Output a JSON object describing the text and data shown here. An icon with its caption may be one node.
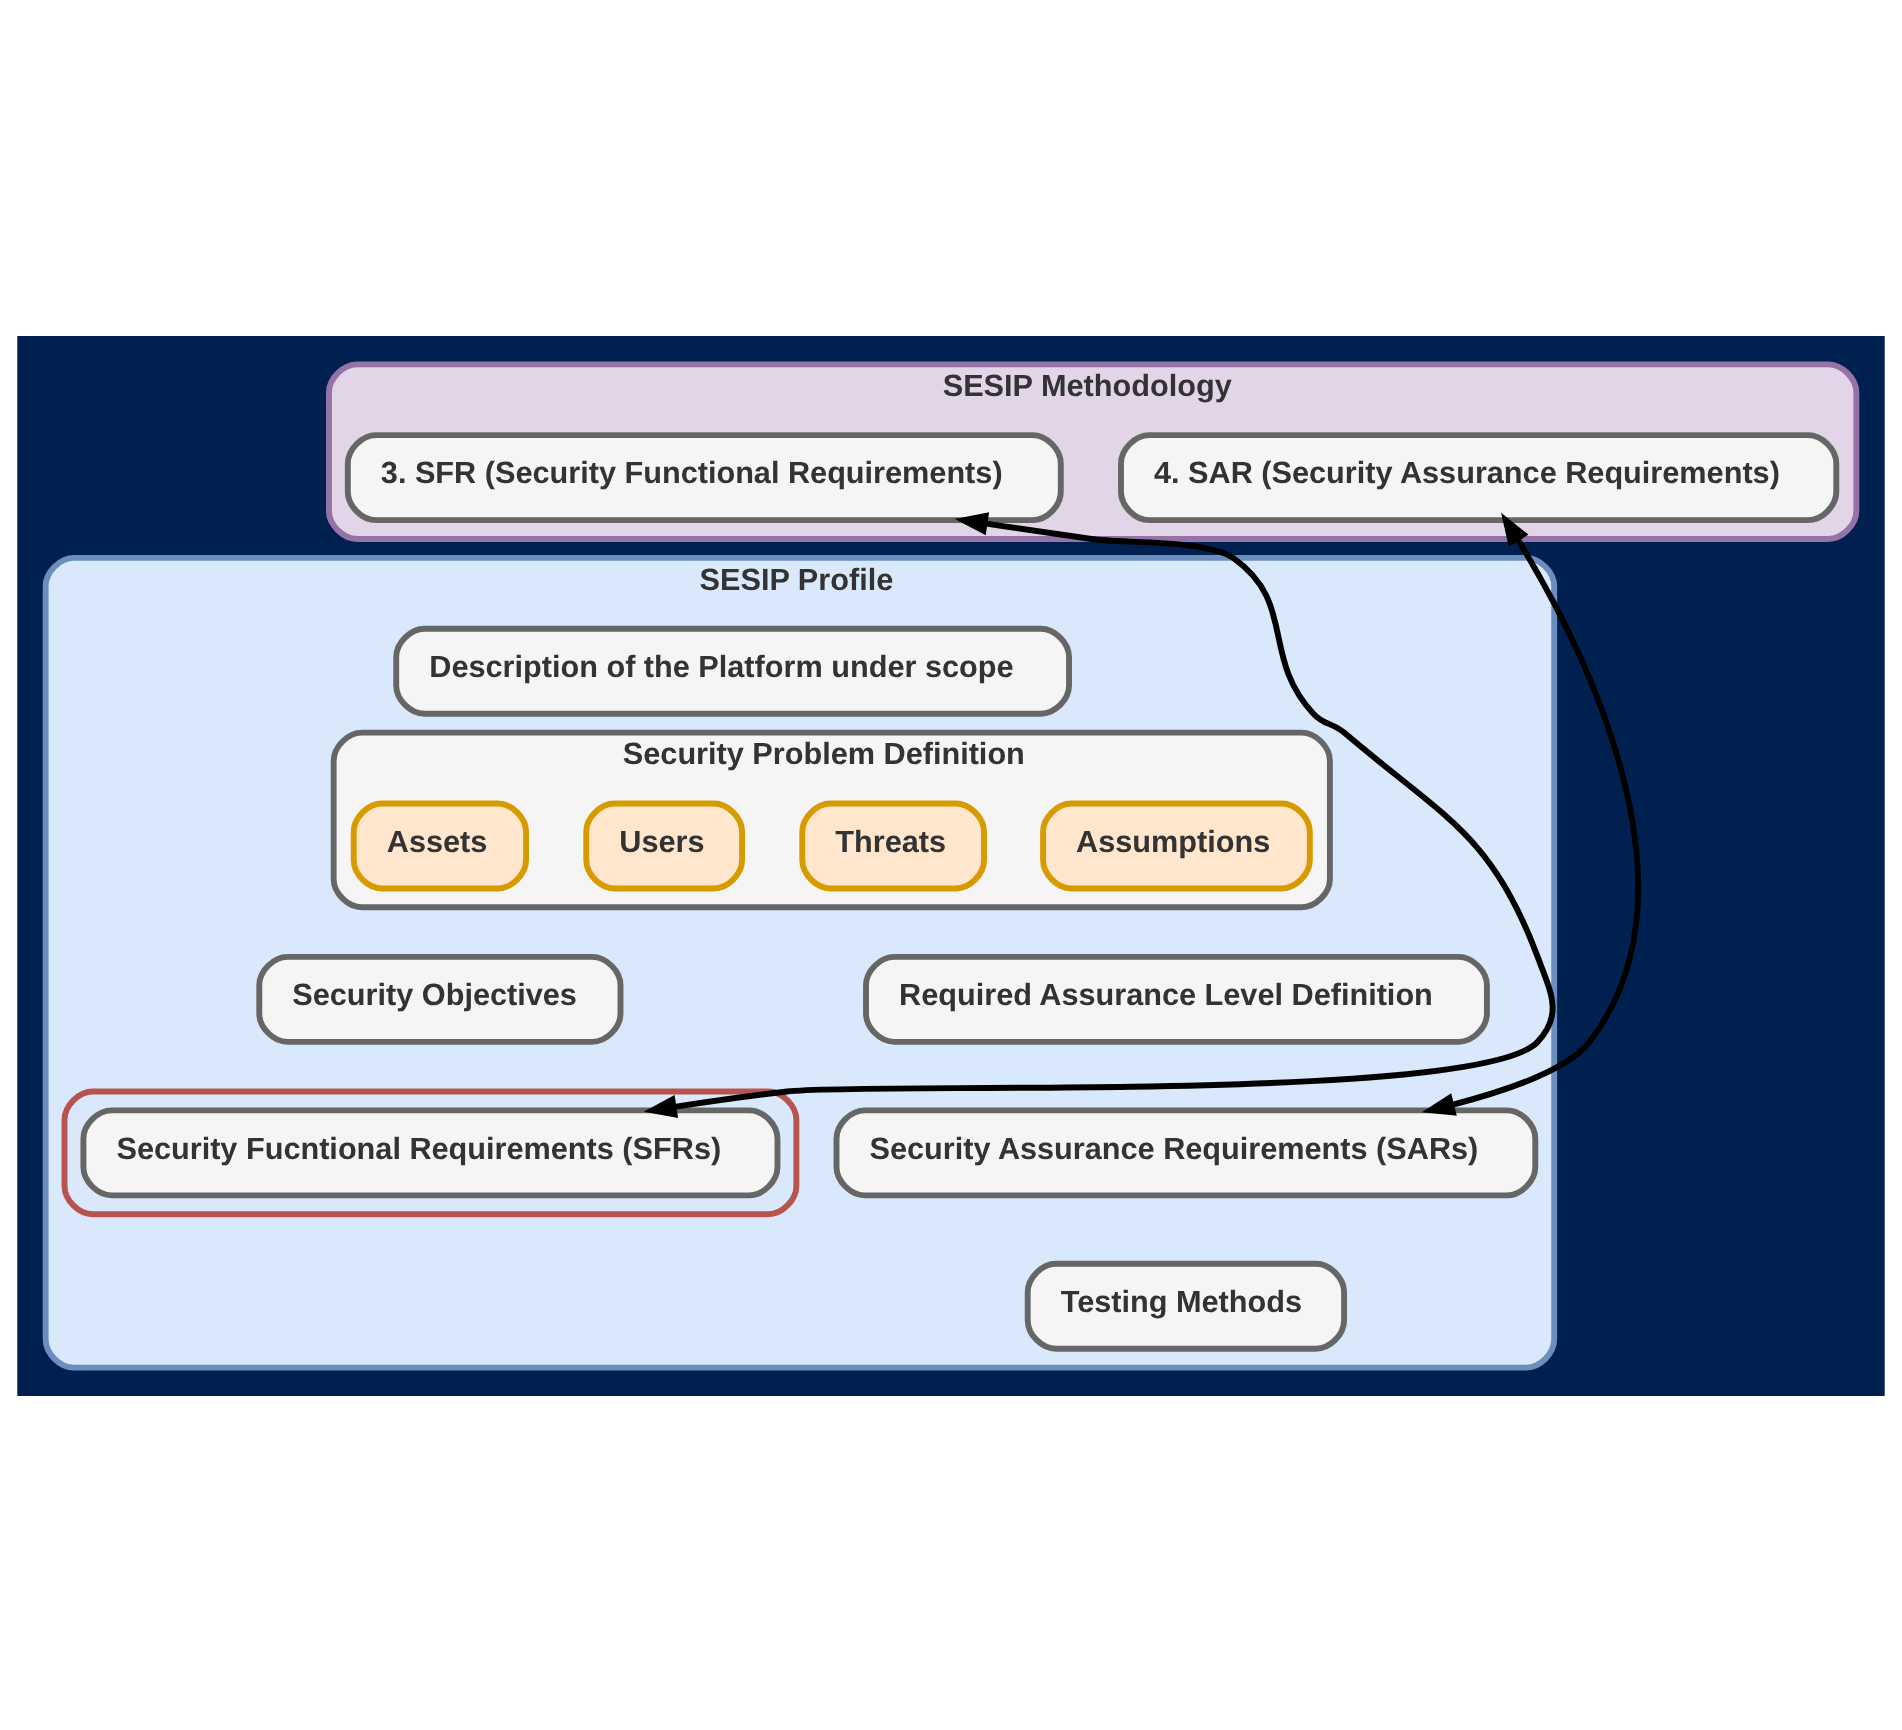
{
  "diagram": {
    "nodes": [
      {
        "text": [
          "SESIP Methodology"
        ]
      },
      {
        "text": [
          "3. SFR (Security Functional Requirements)"
        ],
        "in": 0
      },
      {
        "text": [
          "4. SAR (Security Assurance Requirements)"
        ],
        "in": 0
      },
      {
        "text": [
          "SESIP Profile"
        ]
      },
      {
        "text": [
          "Description of the Platform under scope"
        ],
        "in": 3
      },
      {
        "text": [
          "Security Problem Definition"
        ],
        "in": 3
      },
      {
        "text": [
          "Assets"
        ],
        "in": 5
      },
      {
        "text": [
          "Users"
        ],
        "in": 5
      },
      {
        "text": [
          "Threats"
        ],
        "in": 5
      },
      {
        "text": [
          "Assumptions"
        ],
        "in": 5
      },
      {
        "text": [
          "Security Objectives"
        ],
        "in": 3
      },
      {
        "text": [
          "Required Assurance Level Definition"
        ],
        "in": 3
      },
      {
        "text": [],
        "shape": "box",
        "in": 3
      },
      {
        "text": [
          "Security Fucntional Requirements (SFRs)"
        ],
        "in": 12
      },
      {
        "text": [
          "Security Assurance Requirements (SARs)"
        ],
        "in": 3
      },
      {
        "text": [
          "Testing Methods"
        ],
        "in": 3
      }
    ],
    "edges": [
      {
        "from": 13,
        "to": 1,
        "arrow": "both"
      },
      {
        "from": 14,
        "to": 2,
        "arrow": "both"
      }
    ]
  }
}
